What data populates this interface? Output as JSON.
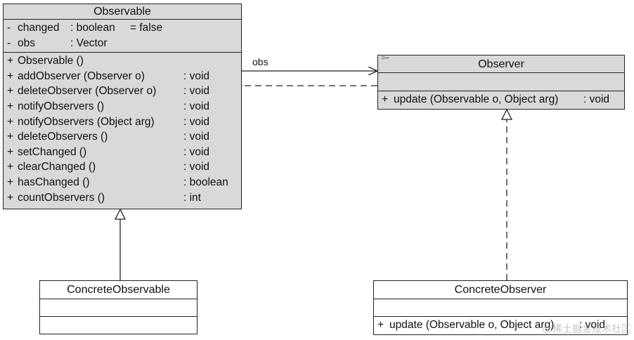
{
  "observable": {
    "title": "Observable",
    "attributes": [
      {
        "vis": "-",
        "name": "changed",
        "type": ": boolean",
        "init": "= false"
      },
      {
        "vis": "-",
        "name": "obs",
        "type": ": Vector",
        "init": ""
      }
    ],
    "operations": [
      {
        "vis": "+",
        "name": "Observable ()",
        "type": ""
      },
      {
        "vis": "+",
        "name": "addObserver (Observer o)",
        "type": ": void"
      },
      {
        "vis": "+",
        "name": "deleteObserver (Observer o)",
        "type": ": void"
      },
      {
        "vis": "+",
        "name": "notifyObservers ()",
        "type": ": void"
      },
      {
        "vis": "+",
        "name": "notifyObservers (Object arg)",
        "type": ": void"
      },
      {
        "vis": "+",
        "name": "deleteObservers ()",
        "type": ": void"
      },
      {
        "vis": "+",
        "name": "setChanged ()",
        "type": ": void"
      },
      {
        "vis": "+",
        "name": "clearChanged ()",
        "type": ": void"
      },
      {
        "vis": "+",
        "name": "hasChanged ()",
        "type": ": boolean"
      },
      {
        "vis": "+",
        "name": "countObservers ()",
        "type": ": int"
      }
    ]
  },
  "observer": {
    "title": "Observer",
    "marker": "○–",
    "operations": [
      {
        "vis": "+",
        "name": "update (Observable o, Object arg)",
        "type": ": void"
      }
    ]
  },
  "concrete_observable": {
    "title": "ConcreteObservable"
  },
  "concrete_observer": {
    "title": "ConcreteObserver",
    "operations": [
      {
        "vis": "+",
        "name": "update (Observable o, Object arg)",
        "type": ": void"
      }
    ]
  },
  "association": {
    "label": "obs"
  },
  "watermark": "@稀土掘金技术社区",
  "colors": {
    "abstract_fill": "#d9d9d9",
    "concrete_fill": "#ffffff",
    "line": "#222222"
  }
}
